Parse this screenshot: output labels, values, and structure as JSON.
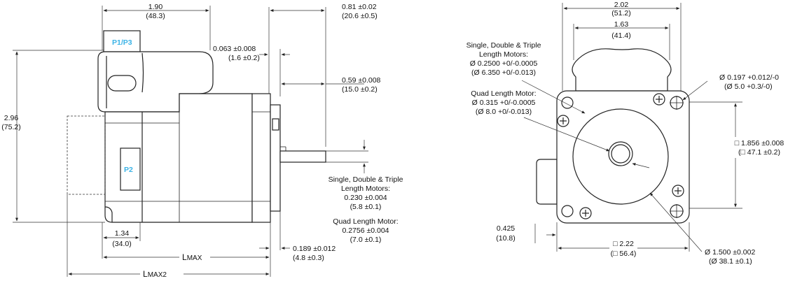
{
  "colors": {
    "line": "#222222",
    "connector_label": "#3bb3e6",
    "background": "#ffffff"
  },
  "side_view": {
    "dim_width_top": [
      "1.90",
      "(48.3)"
    ],
    "dim_shaft_length": [
      "0.81 ±0.02",
      "(20.6 ±0.5)"
    ],
    "dim_pilot": [
      "0.063 ±0.008",
      "(1.6 ±0.2)"
    ],
    "dim_shaft_flat": [
      "0.59 ±0.008",
      "(15.0 ±0.2)"
    ],
    "dim_height": [
      "2.96",
      "(75.2)"
    ],
    "connector_p1p3": "P1/P3",
    "connector_p2": "P2",
    "dim_flat_depth": [
      "Single, Double & Triple",
      "Length Motors:",
      "0.230 ±0.004",
      "(5.8 ±0.1)",
      "Quad Length Motor:",
      "0.2756 ±0.004",
      "(7.0 ±0.1)"
    ],
    "dim_bottom_width": [
      "1.34",
      "(34.0)"
    ],
    "dim_flange": [
      "0.189 ±0.012",
      "(4.8 ±0.3)"
    ],
    "lmax": "L",
    "lmax_sub": "MAX",
    "lmax2": "L",
    "lmax2_sub": "MAX2"
  },
  "front_view": {
    "dim_top_outer": [
      "2.02",
      "(51.2)"
    ],
    "dim_top_inner": [
      "1.63",
      "(41.4)"
    ],
    "shaft_dia_std": [
      "Single, Double & Triple",
      "Length Motors:",
      "Ø 0.2500 +0/-0.0005",
      "(Ø 6.350 +0/-0.013)"
    ],
    "shaft_dia_quad": [
      "Quad Length Motor:",
      "Ø 0.315 +0/-0.0005",
      "(Ø 8.0 +0/-0.013)"
    ],
    "hole_dia": [
      "Ø 0.197 +0.012/-0",
      "(Ø 5.0 +0.3/-0)"
    ],
    "bolt_square": [
      "□ 1.856 ±0.008",
      "(□ 47.1 ±0.2)"
    ],
    "dim_left_offset": [
      "0.425",
      "(10.8)"
    ],
    "flange_square": [
      "□ 2.22",
      "(□ 56.4)"
    ],
    "pilot_dia": [
      "Ø 1.500 ±0.002",
      "(Ø 38.1 ±0.1)"
    ]
  }
}
